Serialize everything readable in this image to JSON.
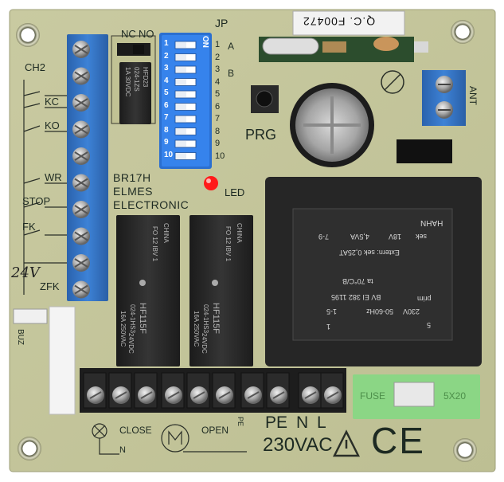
{
  "board": {
    "model": "BR17H",
    "maker_line1": "ELMES",
    "maker_line2": "ELECTRONIC",
    "qc_sticker": "Q.C. F00472",
    "prg_label": "PRG",
    "led_label": "LED",
    "buz_label": "BUZ",
    "ant_label": "ANT",
    "jp_label": "JP",
    "jp_a": "A",
    "jp_b": "B",
    "dip_on": "ON",
    "dip_numbers": [
      "1",
      "2",
      "3",
      "4",
      "5",
      "6",
      "7",
      "8",
      "9",
      "10"
    ],
    "relay_contacts": {
      "nc": "NC",
      "no": "NO"
    },
    "left_terminals": [
      "CH2",
      "KC",
      "KO",
      "WR",
      "STOP",
      "FK",
      "ZFK"
    ],
    "handwritten_voltage": "24V",
    "bottom_labels": {
      "close": "CLOSE",
      "open": "OPEN",
      "pe_small": "PE",
      "n_small": "N",
      "pe": "PE",
      "n": "N",
      "l": "L",
      "mains": "230VAC"
    },
    "fuse": {
      "label": "FUSE",
      "size": "5X20"
    },
    "colors": {
      "pcb": "#c6c79d",
      "terminal_blue": "#2f6fbf",
      "terminal_black": "#1e1e1e",
      "transformer": "#2b2b2b",
      "fuse_green": "#8bd685",
      "led_red": "#ff1a1a"
    }
  },
  "small_relay": {
    "lines": [
      "HFD23",
      "024-1ZS",
      "1A 30VDC"
    ]
  },
  "power_relays": [
    {
      "brand": "HF115F",
      "model": "024-1HS3",
      "line1": "FO 12 IBV 1",
      "rating": "16A 250VAC",
      "country": "CHINA",
      "coil": "24VDC"
    },
    {
      "brand": "HF115F",
      "model": "024-1HS3",
      "line1": "FO 12 IBV 1",
      "rating": "16A 250VAC",
      "country": "CHINA",
      "coil": "24VDC"
    }
  ],
  "transformer": {
    "brand": "HAHN",
    "line_sek": "sek",
    "line_7_9": "7-9",
    "line_18v": "18V",
    "line_va": "4,5VA",
    "line_fuse": "Extern: sek 0,25AT",
    "line_ta": "ta 70°C/B",
    "line_model": "BV EI 382 1195",
    "line_230": "230V",
    "line_hz": "50-60Hz",
    "line_15": "1-5",
    "line_prim": "prim",
    "pin1": "1",
    "pin5": "5"
  },
  "markings": {
    "ce": "CE"
  }
}
